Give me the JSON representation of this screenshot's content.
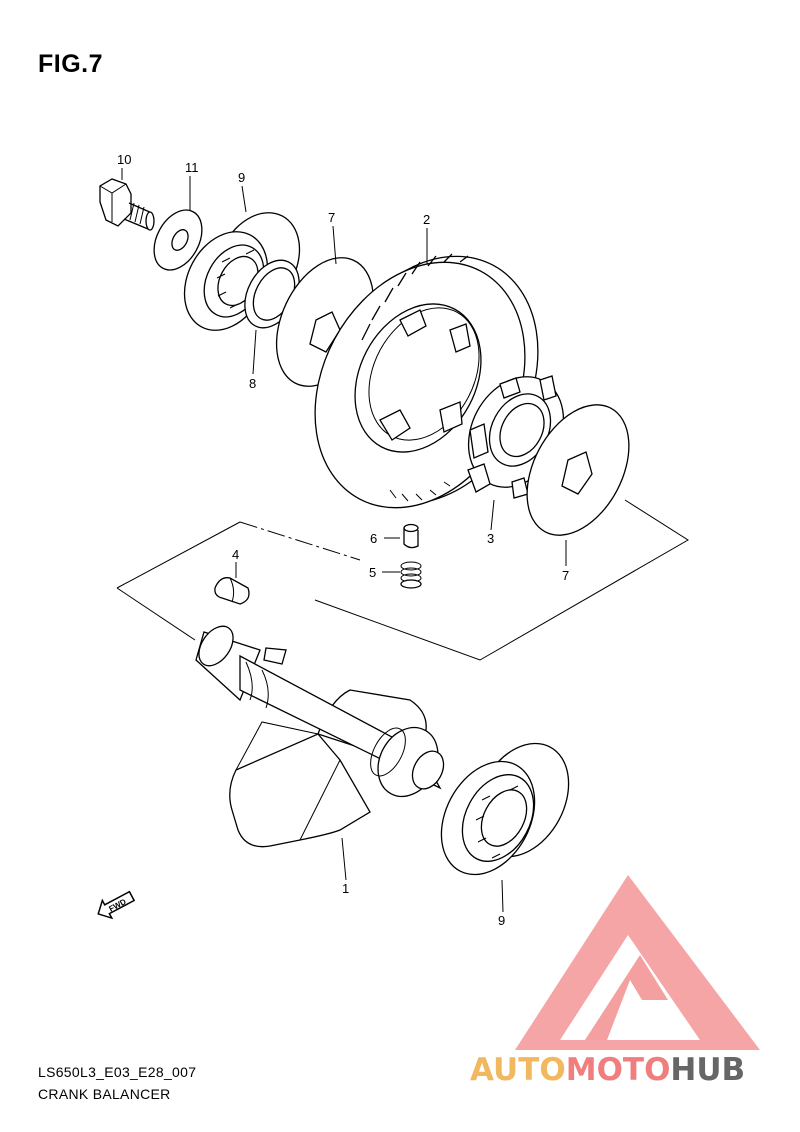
{
  "figure": {
    "title": "FIG.7"
  },
  "footer": {
    "code": "LS650L3_E03_E28_007",
    "caption": "CRANK BALANCER"
  },
  "callouts": [
    "10",
    "11",
    "9",
    "7",
    "2",
    "8",
    "6",
    "3",
    "5",
    "7",
    "4",
    "1",
    "9"
  ],
  "fwd_label": "FWD",
  "watermark": {
    "text": "AUTOMOTOHUB",
    "part1": "AUTO",
    "part2": "MOTO",
    "part3": "HUB",
    "color_orange": "#f2b860",
    "color_red": "#f07e7e",
    "color_grey": "#666666",
    "triangle_color": "#f4a0a0"
  }
}
